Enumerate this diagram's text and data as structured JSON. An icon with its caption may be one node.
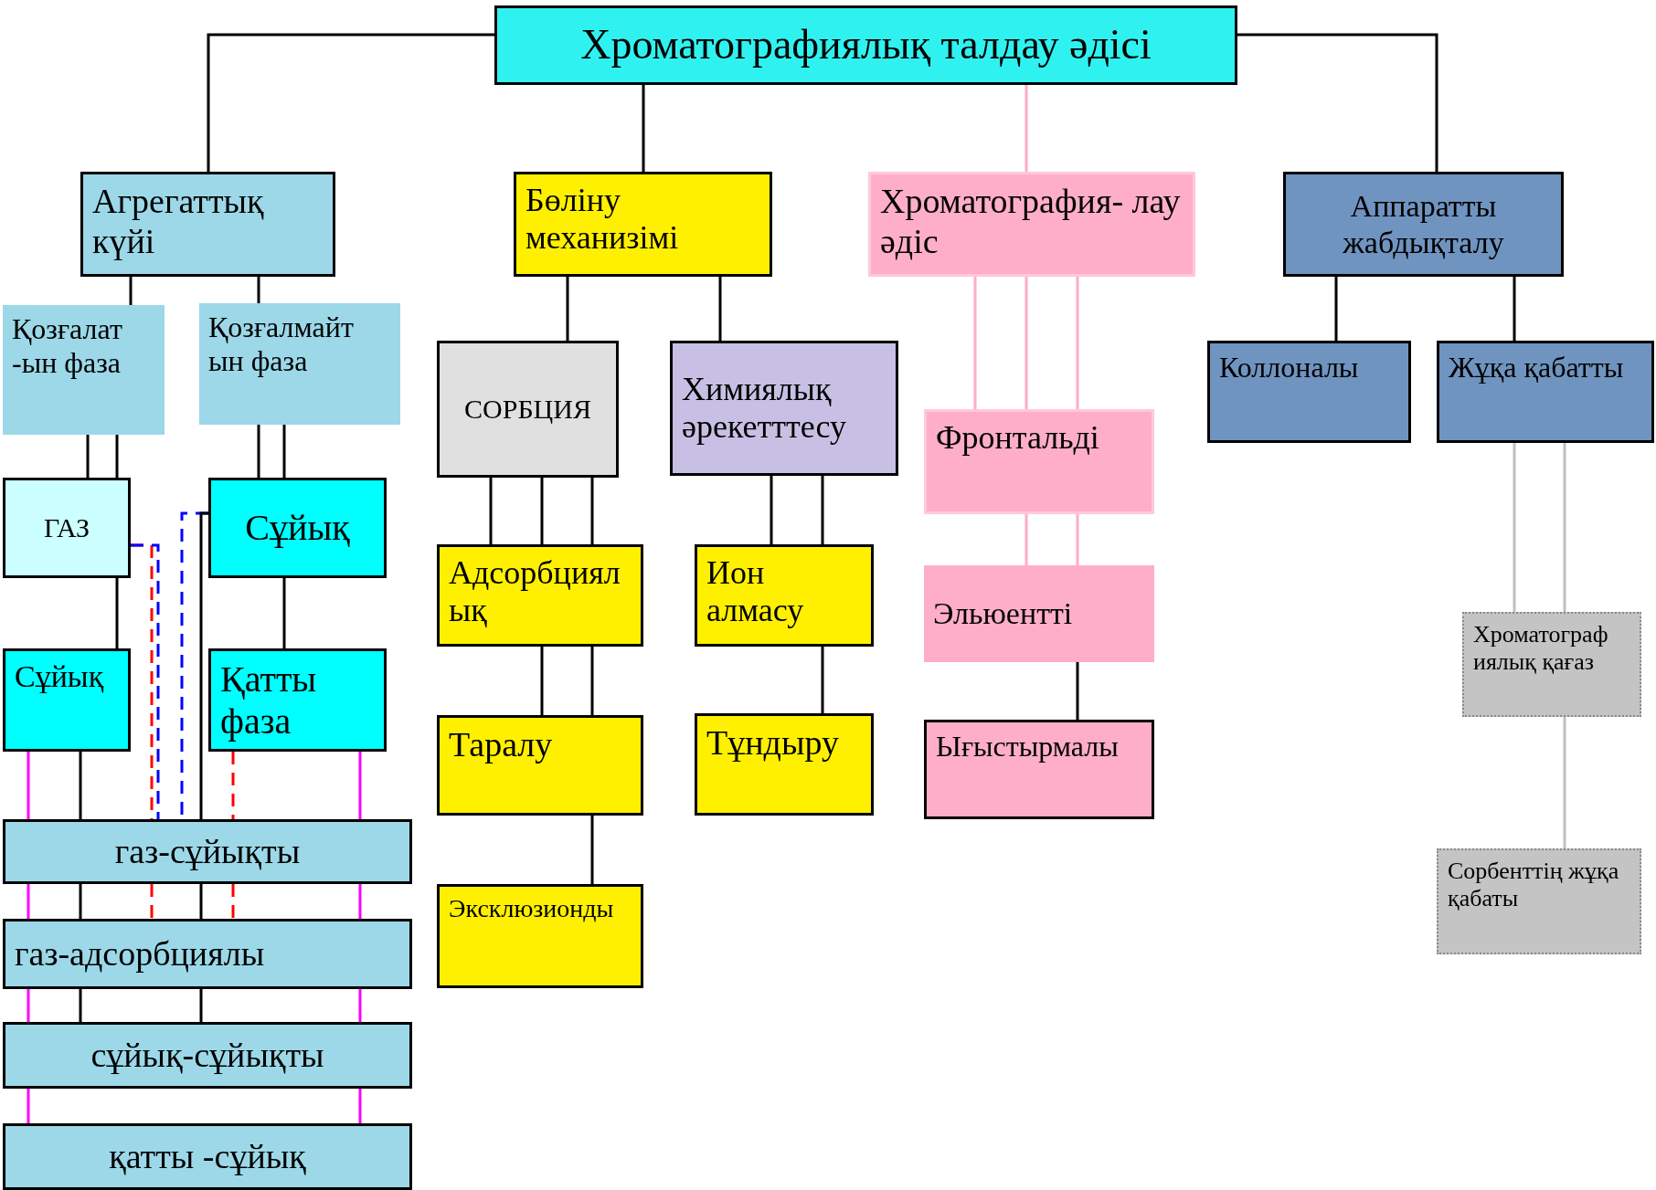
{
  "diagram": {
    "nodes": [
      {
        "text": [
          "Хроматографиялық талдау әдісі"
        ]
      },
      {
        "text": [
          "Агрегаттық күйі"
        ]
      },
      {
        "text": [
          "Бөліну механизімі"
        ]
      },
      {
        "text": [
          "Хроматография- лау әдіс"
        ]
      },
      {
        "text": [
          "Аппаратты жабдықталу"
        ]
      },
      {
        "text": [
          "Қозғалат -ын фаза"
        ]
      },
      {
        "text": [
          "Қозғалмайт ын фаза"
        ]
      },
      {
        "text": [
          "ГАЗ"
        ]
      },
      {
        "text": [
          "Сұйық"
        ]
      },
      {
        "text": [
          "Сұйық"
        ]
      },
      {
        "text": [
          "Қатты фаза"
        ]
      },
      {
        "text": [
          "газ-сұйықты"
        ]
      },
      {
        "text": [
          "газ-адсорбциялы"
        ]
      },
      {
        "text": [
          "сұйық-сұйықты"
        ]
      },
      {
        "text": [
          "қатты -сұйық"
        ]
      },
      {
        "text": [
          "СОРБЦИЯ"
        ]
      },
      {
        "text": [
          "Химиялық әрекетттесу"
        ]
      },
      {
        "text": [
          "Адсорбциял ық"
        ]
      },
      {
        "text": [
          "Ион алмасу"
        ]
      },
      {
        "text": [
          "Таралу"
        ]
      },
      {
        "text": [
          "Тұндыру"
        ]
      },
      {
        "text": [
          "Эксклюзионды"
        ]
      },
      {
        "text": [
          "Фронтальді"
        ]
      },
      {
        "text": [
          "Эльюентті"
        ]
      },
      {
        "text": [
          "Ығыстырмалы"
        ]
      },
      {
        "text": [
          "Коллоналы"
        ]
      },
      {
        "text": [
          "Жұқа қабатты"
        ]
      },
      {
        "text": [
          "Хроматограф иялық қағаз"
        ]
      },
      {
        "text": [
          "Сорбенттің жұқа қабаты"
        ]
      }
    ],
    "edges": [
      {
        "from": 0,
        "to": 1,
        "arrow": "none"
      },
      {
        "from": 0,
        "to": 2,
        "arrow": "none"
      },
      {
        "from": 0,
        "to": 3,
        "arrow": "none",
        "color": "#ffaacc"
      },
      {
        "from": 0,
        "to": 4,
        "arrow": "none"
      },
      {
        "from": 1,
        "to": 5,
        "arrow": "none"
      },
      {
        "from": 1,
        "to": 6,
        "arrow": "none"
      },
      {
        "from": 5,
        "to": 7,
        "arrow": "none"
      },
      {
        "from": 5,
        "to": 7,
        "arrow": "none"
      },
      {
        "from": 6,
        "to": 8,
        "arrow": "none"
      },
      {
        "from": 6,
        "to": 8,
        "arrow": "none"
      },
      {
        "from": 7,
        "to": 9,
        "arrow": "none"
      },
      {
        "from": 8,
        "to": 10,
        "arrow": "none"
      },
      {
        "from": 9,
        "to": 11,
        "arrow": "none",
        "color": "#ff00ff"
      },
      {
        "from": 9,
        "to": 11,
        "arrow": "none"
      },
      {
        "from": 7,
        "to": 11,
        "arrow": "none",
        "style": "dashed",
        "color": "#ff0000"
      },
      {
        "from": 7,
        "to": 11,
        "arrow": "none",
        "style": "dashed",
        "color": "#0000ff"
      },
      {
        "from": 8,
        "to": 11,
        "arrow": "none",
        "style": "dashed",
        "color": "#0000ff"
      },
      {
        "from": 8,
        "to": 11,
        "arrow": "none"
      },
      {
        "from": 10,
        "to": 11,
        "arrow": "none",
        "style": "dashed",
        "color": "#ff0000"
      },
      {
        "from": 10,
        "to": 11,
        "arrow": "none",
        "color": "#ff00ff"
      },
      {
        "from": 11,
        "to": 12,
        "arrow": "none",
        "color": "#ff00ff"
      },
      {
        "from": 11,
        "to": 12,
        "arrow": "none"
      },
      {
        "from": 11,
        "to": 12,
        "arrow": "none",
        "style": "dashed",
        "color": "#ff0000"
      },
      {
        "from": 11,
        "to": 12,
        "arrow": "none"
      },
      {
        "from": 11,
        "to": 12,
        "arrow": "none",
        "style": "dashed",
        "color": "#ff0000"
      },
      {
        "from": 11,
        "to": 12,
        "arrow": "none",
        "color": "#ff00ff"
      },
      {
        "from": 12,
        "to": 13,
        "arrow": "none",
        "color": "#ff00ff"
      },
      {
        "from": 12,
        "to": 13,
        "arrow": "none"
      },
      {
        "from": 12,
        "to": 13,
        "arrow": "none"
      },
      {
        "from": 12,
        "to": 13,
        "arrow": "none",
        "color": "#ff00ff"
      },
      {
        "from": 13,
        "to": 14,
        "arrow": "none",
        "color": "#ff00ff"
      },
      {
        "from": 13,
        "to": 14,
        "arrow": "none",
        "color": "#ff00ff"
      },
      {
        "from": 2,
        "to": 15,
        "arrow": "none"
      },
      {
        "from": 2,
        "to": 16,
        "arrow": "none"
      },
      {
        "from": 15,
        "to": 17,
        "arrow": "none"
      },
      {
        "from": 15,
        "to": 17,
        "arrow": "none"
      },
      {
        "from": 15,
        "to": 17,
        "arrow": "none"
      },
      {
        "from": 17,
        "to": 19,
        "arrow": "none"
      },
      {
        "from": 17,
        "to": 19,
        "arrow": "none"
      },
      {
        "from": 19,
        "to": 21,
        "arrow": "none"
      },
      {
        "from": 16,
        "to": 18,
        "arrow": "none"
      },
      {
        "from": 16,
        "to": 18,
        "arrow": "none"
      },
      {
        "from": 18,
        "to": 20,
        "arrow": "none"
      },
      {
        "from": 3,
        "to": 22,
        "arrow": "none",
        "color": "#ffaacc"
      },
      {
        "from": 3,
        "to": 22,
        "arrow": "none",
        "color": "#ffaacc"
      },
      {
        "from": 3,
        "to": 22,
        "arrow": "none",
        "color": "#ffaacc"
      },
      {
        "from": 22,
        "to": 23,
        "arrow": "none",
        "color": "#ffaacc"
      },
      {
        "from": 22,
        "to": 23,
        "arrow": "none",
        "color": "#ffaacc"
      },
      {
        "from": 23,
        "to": 24,
        "arrow": "none"
      },
      {
        "from": 4,
        "to": 25,
        "arrow": "none"
      },
      {
        "from": 4,
        "to": 26,
        "arrow": "none"
      },
      {
        "from": 26,
        "to": 27,
        "arrow": "none",
        "color": "#c0c0c0"
      },
      {
        "from": 26,
        "to": 27,
        "arrow": "none",
        "color": "#c0c0c0"
      },
      {
        "from": 27,
        "to": 28,
        "arrow": "none",
        "color": "#c0c0c0"
      }
    ]
  }
}
